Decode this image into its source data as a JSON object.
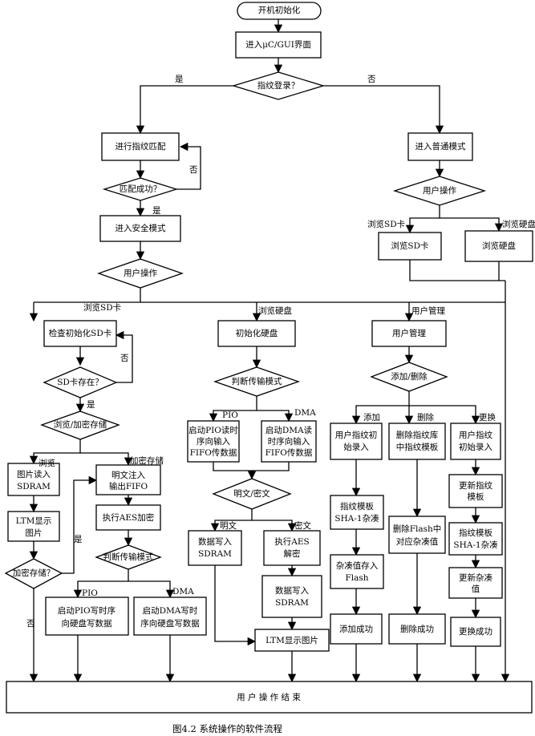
{
  "nodes": {
    "start": "开机初始化",
    "enter_gui": "进入μC/GUI界面",
    "fp_login": "指纹登录？",
    "do_match": "进行指纹匹配",
    "match_ok": "匹配成功？",
    "safe_mode": "进入安全模式",
    "user_op_main": "用户操作",
    "normal_mode": "进入普通模式",
    "user_op_normal": "用户操作",
    "browse_sd_normal": "浏览SD卡",
    "browse_hdd_normal": "浏览硬盘",
    "check_sd": "检查初始化SD卡",
    "sd_exists": "SD卡存在？",
    "browse_encrypt": "浏览/加密存储",
    "img_to_sdram": [
      "图片读入",
      "SDRAM"
    ],
    "ltm_show": [
      "LTM显示",
      "图片"
    ],
    "encrypt_store_q": "加密存储？",
    "plain_fifo": [
      "明文注入",
      "输出FIFO"
    ],
    "run_aes_enc": "执行AES加密",
    "judge_mode_left": "判断传输模式",
    "pio_write": [
      "启动PIO写时序",
      "向硬盘写数据"
    ],
    "dma_write": [
      "启动DMA写时",
      "序向硬盘写数据"
    ],
    "init_hdd": "初始化硬盘",
    "judge_mode_mid": "判断传输模式",
    "pio_read": [
      "启动PIO读时",
      "序向输入",
      "FIFO传数据"
    ],
    "dma_read": [
      "启动DMA读",
      "时序向输入",
      "FIFO传数据"
    ],
    "plain_cipher": "明文/密文",
    "data_sdram": [
      "数据写入",
      "SDRAM"
    ],
    "aes_decrypt": [
      "执行AES",
      "解密"
    ],
    "data_sdram2": [
      "数据写入",
      "SDRAM"
    ],
    "ltm_show2": "LTM显示图片",
    "user_mgmt": "用户管理",
    "add_del": "添加/删除",
    "fp_record_add": [
      "用户指纹初",
      "始录入"
    ],
    "del_fp": [
      "删除指纹库",
      "中指纹模板"
    ],
    "fp_record_upd": [
      "用户指纹",
      "初始录入"
    ],
    "sha_add": [
      "指纹模板",
      "SHA-1杂凑"
    ],
    "hash_store": [
      "杂凑值存入",
      "Flash"
    ],
    "add_ok": "添加成功",
    "del_flash": [
      "删除Flash中",
      "对应杂凑值"
    ],
    "del_ok": "删除成功",
    "upd_template": [
      "更新指纹",
      "模板"
    ],
    "sha_upd": [
      "指纹模板",
      "SHA-1杂凑"
    ],
    "upd_hash": [
      "更新杂凑",
      "值"
    ],
    "upd_ok": "更换成功",
    "end": "用  户  操  作  结  束"
  },
  "labels": {
    "yes": "是",
    "no": "否",
    "browse_sd": "浏览SD卡",
    "browse_hdd": "浏览硬盘",
    "user_mgmt": "用户管理",
    "browse": "浏览",
    "encrypt_store": "加密存储",
    "pio": "PIO",
    "dma": "DMA",
    "plaintext": "明文",
    "ciphertext": "密文",
    "add": "添加",
    "delete": "删除",
    "replace": "更换"
  },
  "caption": "图4.2  系统操作的软件流程"
}
